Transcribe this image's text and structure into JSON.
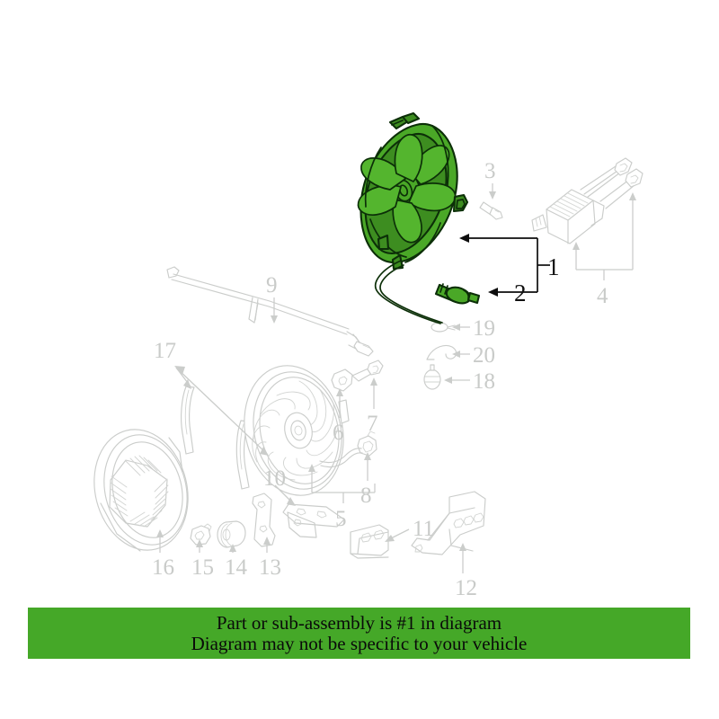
{
  "diagram": {
    "title": "Engine cooling fan assembly exploded parts diagram",
    "highlight_color": "#4aa827",
    "line_color": "#cbcdcb",
    "callout_color": "#c9cbc9",
    "highlighted_part_number": "1",
    "callouts": [
      {
        "id": "1",
        "label": "1",
        "highlighted": true,
        "part": "fan-and-motor-assembly"
      },
      {
        "id": "2",
        "label": "2",
        "highlighted": true,
        "part": "fan-wiring-connector"
      },
      {
        "id": "3",
        "label": "3",
        "highlighted": false,
        "part": "mounting-screw"
      },
      {
        "id": "4",
        "label": "4",
        "highlighted": false,
        "part": "fan-control-module"
      },
      {
        "id": "5",
        "label": "5",
        "highlighted": false,
        "part": "fan-wiring-harness"
      },
      {
        "id": "6",
        "label": "6",
        "highlighted": false,
        "part": "upper-mount-bracket"
      },
      {
        "id": "7",
        "label": "7",
        "highlighted": false,
        "part": "mount-bolt"
      },
      {
        "id": "8",
        "label": "8",
        "highlighted": false,
        "part": "harness-connector"
      },
      {
        "id": "9",
        "label": "9",
        "highlighted": false,
        "part": "upper-support-rod"
      },
      {
        "id": "10",
        "label": "10",
        "highlighted": false,
        "part": "lower-mount-bracket"
      },
      {
        "id": "11",
        "label": "11",
        "highlighted": false,
        "part": "mounting-bracket-left"
      },
      {
        "id": "12",
        "label": "12",
        "highlighted": false,
        "part": "mounting-bracket-right"
      },
      {
        "id": "13",
        "label": "13",
        "highlighted": false,
        "part": "retaining-clip"
      },
      {
        "id": "14",
        "label": "14",
        "highlighted": false,
        "part": "rubber-bushing"
      },
      {
        "id": "15",
        "label": "15",
        "highlighted": false,
        "part": "grommet"
      },
      {
        "id": "16",
        "label": "16",
        "highlighted": false,
        "part": "fan-shroud"
      },
      {
        "id": "17",
        "label": "17",
        "highlighted": false,
        "part": "air-seal-strip"
      },
      {
        "id": "18",
        "label": "18",
        "highlighted": false,
        "part": "expansion-rivet"
      },
      {
        "id": "19",
        "label": "19",
        "highlighted": false,
        "part": "cable-tie"
      },
      {
        "id": "20",
        "label": "20",
        "highlighted": false,
        "part": "wiring-clip"
      }
    ]
  },
  "banner": {
    "line1": "Part or sub-assembly is #1 in diagram",
    "line2": "Diagram may not be specific to your vehicle",
    "background": "#45a828",
    "text_color": "#0a0a0a"
  }
}
